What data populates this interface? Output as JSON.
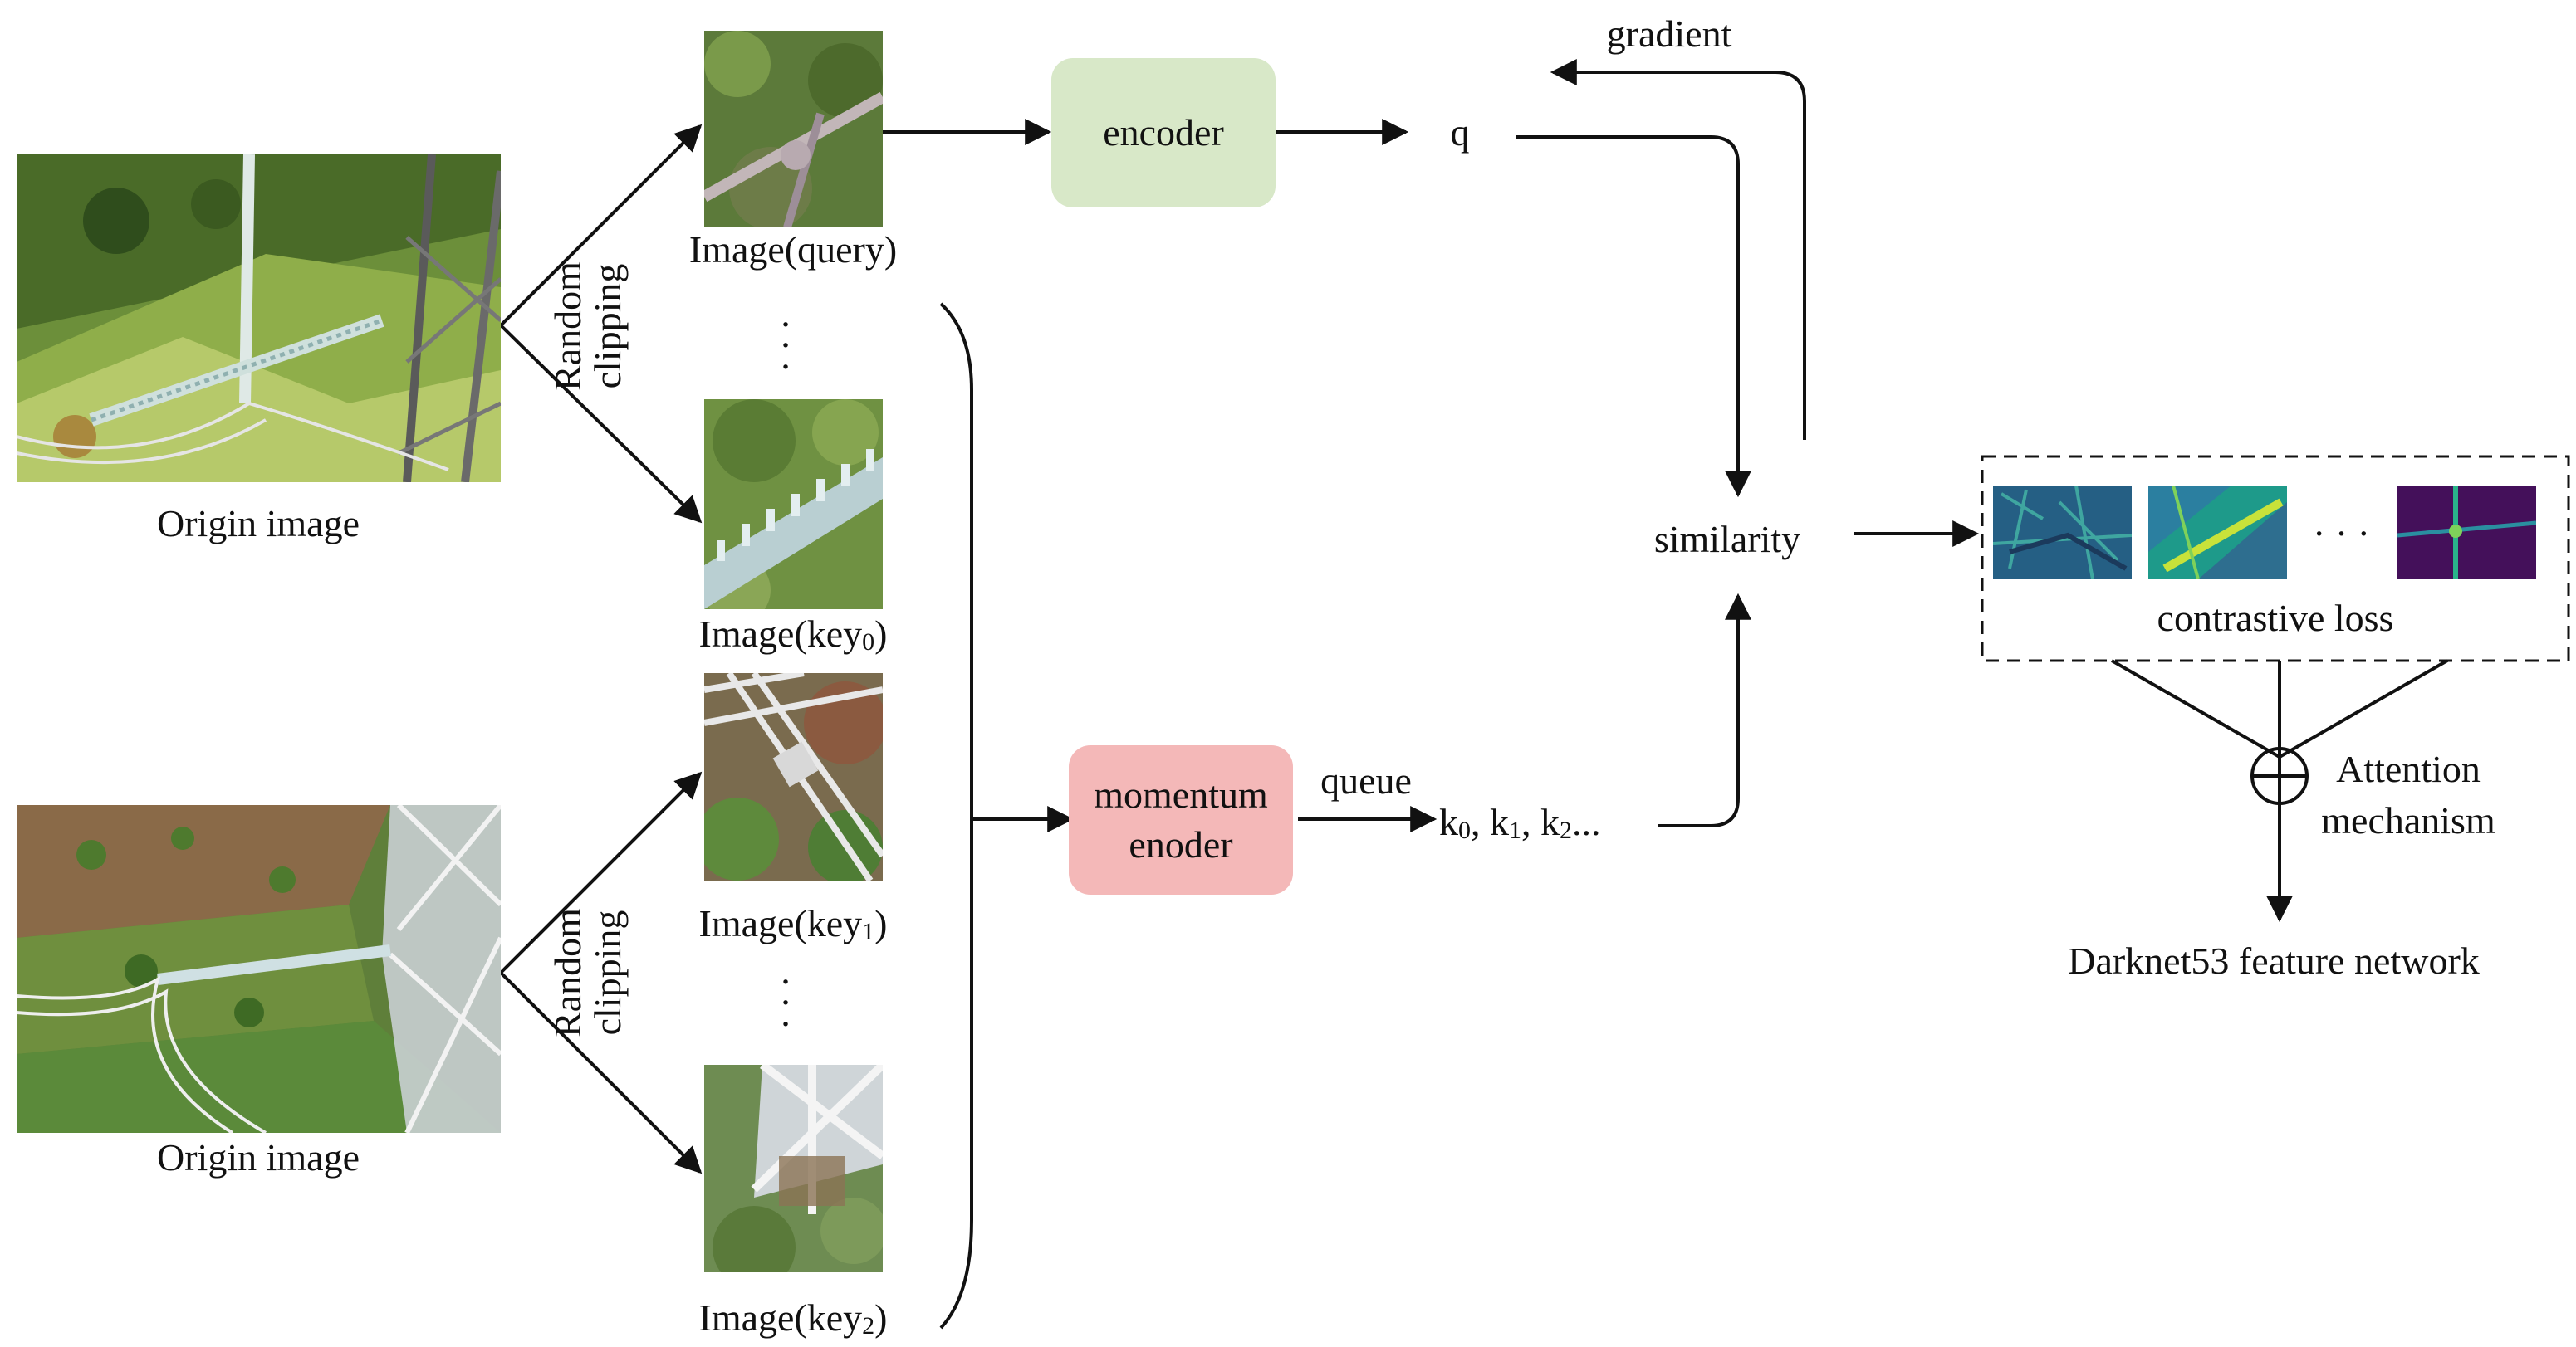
{
  "origin_images": [
    {
      "label": "Origin image"
    },
    {
      "label": "Origin image"
    }
  ],
  "random_clipping": {
    "line1": "Random",
    "line2": "clipping"
  },
  "crops": [
    {
      "label": "Image(query)"
    },
    {
      "label_prefix": "Image(key",
      "sub": "0",
      "label_suffix": ")"
    },
    {
      "label_prefix": "Image(key",
      "sub": "1",
      "label_suffix": ")"
    },
    {
      "label_prefix": "Image(key",
      "sub": "2",
      "label_suffix": ")"
    }
  ],
  "ellipsis_vertical": "·\n·\n·",
  "encoder": {
    "label": "encoder",
    "color": "#d8e8c8"
  },
  "momentum_encoder": {
    "line1": "momentum",
    "line2": "enoder",
    "color": "#f4b8b8"
  },
  "q_label": "q",
  "gradient_label": "gradient",
  "queue_label": "queue",
  "keys": {
    "k0": "k",
    "s0": "0",
    "k1": ", k",
    "s1": "1",
    "k2": ", k",
    "s2": "2",
    "tail": "..."
  },
  "similarity_label": "similarity",
  "contrastive": {
    "label": "contrastive loss",
    "ellipsis": "· · ·"
  },
  "attention": {
    "line1": "Attention",
    "line2": "mechanism"
  },
  "output_label": "Darknet53 feature network"
}
